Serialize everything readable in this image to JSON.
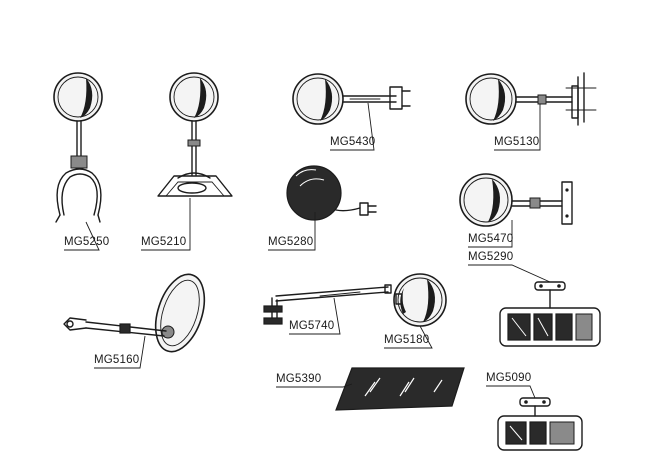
{
  "parts": [
    {
      "id": "MG5250",
      "label": "MG5250",
      "icon": "clamp-mount-mirror-icon"
    },
    {
      "id": "MG5210",
      "label": "MG5210",
      "icon": "base-mount-mirror-icon"
    },
    {
      "id": "MG5430",
      "label": "MG5430",
      "icon": "arm-mirror-icon"
    },
    {
      "id": "MG5130",
      "label": "MG5130",
      "icon": "bracket-arm-mirror-icon"
    },
    {
      "id": "MG5280",
      "label": "MG5280",
      "icon": "round-wing-mirror-icon"
    },
    {
      "id": "MG5470",
      "label": "MG5470",
      "icon": "plate-arm-mirror-icon"
    },
    {
      "id": "MG5290",
      "label": "MG5290",
      "icon": "rear-view-mirror-icon"
    },
    {
      "id": "MG5160",
      "label": "MG5160",
      "icon": "oval-arm-mirror-icon"
    },
    {
      "id": "MG5740",
      "label": "MG5740",
      "icon": "extension-arm-icon"
    },
    {
      "id": "MG5180",
      "label": "MG5180",
      "icon": "round-mirror-head-icon"
    },
    {
      "id": "MG5390",
      "label": "MG5390",
      "icon": "mirror-glass-icon"
    },
    {
      "id": "MG5090",
      "label": "MG5090",
      "icon": "rear-view-mirror-small-icon"
    }
  ]
}
